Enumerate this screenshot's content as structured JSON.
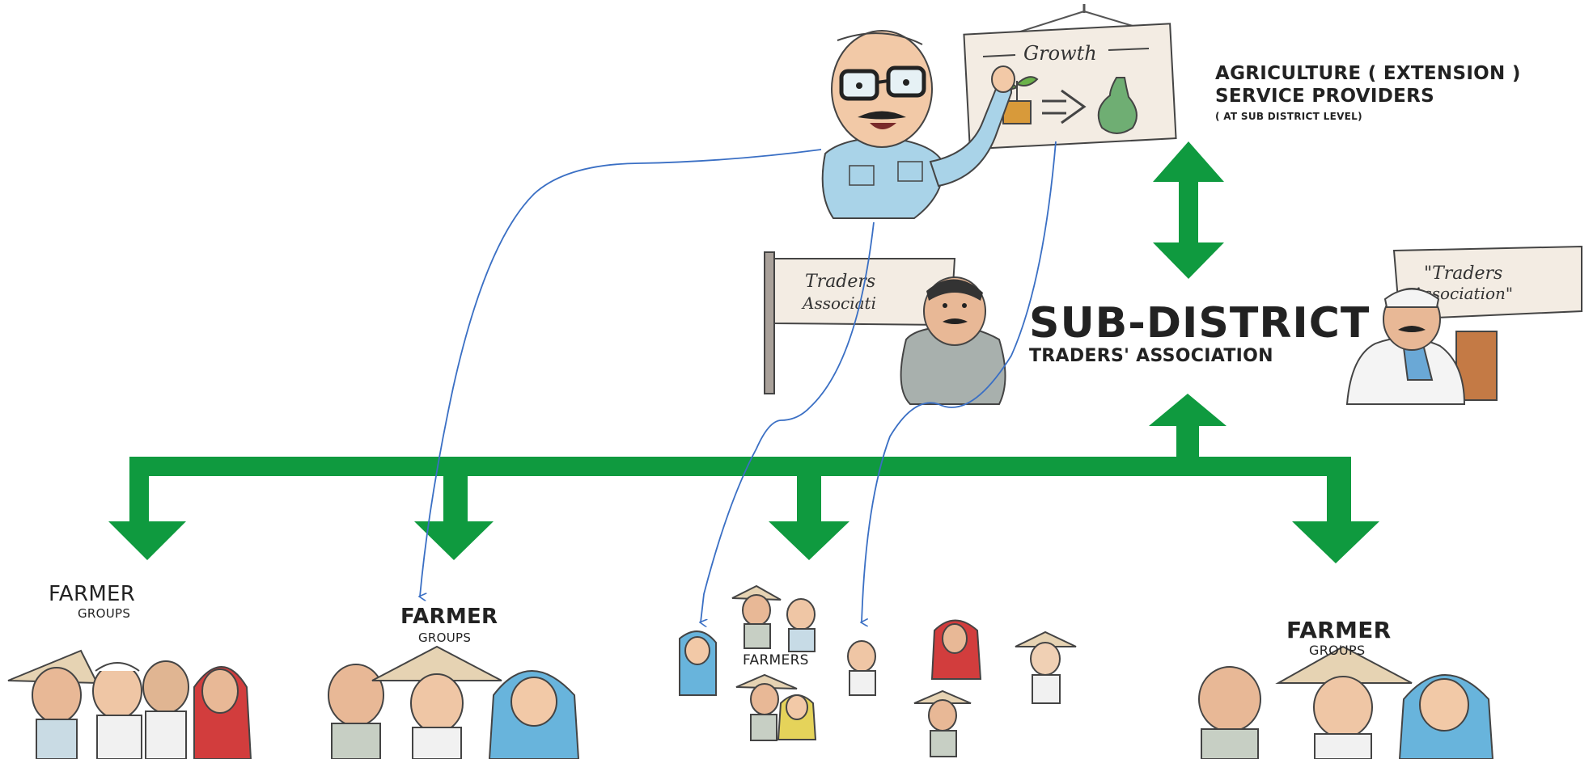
{
  "diagram": {
    "provider": {
      "line1": "AGRICULTURE ( EXTENSION )",
      "line2": "SERVICE PROVIDERS",
      "line3": "( AT SUB DISTRICT LEVEL)",
      "sign_title": "Growth"
    },
    "traders": {
      "title": "SUB-DISTRICT",
      "subtitle": "TRADERS' ASSOCIATION",
      "sign_left_1": "Traders",
      "sign_left_2": "Associati",
      "sign_right_1": "\"Traders",
      "sign_right_2": "Association\""
    },
    "groups": [
      {
        "title": "FARMER",
        "subtitle": "GROUPS"
      },
      {
        "title": "FARMER",
        "subtitle": "GROUPS"
      },
      {
        "title": "FARMERS",
        "subtitle": ""
      },
      {
        "title": "FARMER",
        "subtitle": "GROUPS"
      }
    ],
    "colors": {
      "arrow": "#0f9a3f",
      "connector": "#3a6fc4"
    }
  }
}
